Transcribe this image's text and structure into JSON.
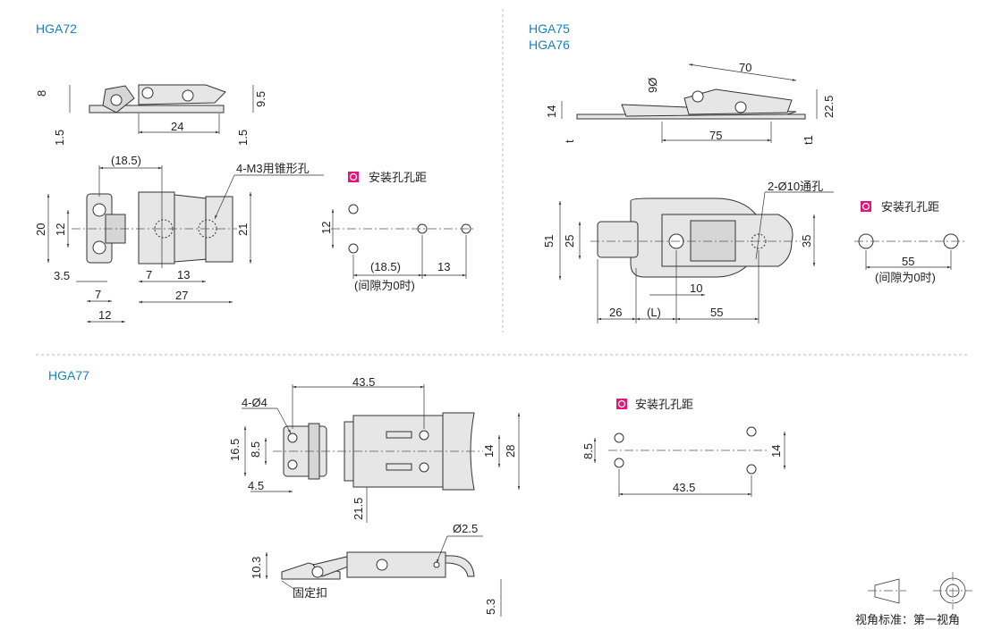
{
  "colors": {
    "title": "#1a7fc1",
    "legend": "#e0177a"
  },
  "hga72": {
    "title": "HGA72",
    "side": {
      "d8": "8",
      "d1_5a": "1.5",
      "d24": "24",
      "d9_5": "9.5",
      "d1_5b": "1.5"
    },
    "top": {
      "d18_5": "(18.5)",
      "note": "4-M3用锥形孔",
      "d20": "20",
      "d12": "12",
      "d21": "21",
      "d3_5": "3.5",
      "d7a": "7",
      "d7b": "7",
      "d13": "13",
      "d27": "27",
      "d12b": "12"
    },
    "mount": {
      "legend": "安装孔孔距",
      "d12": "12",
      "d18_5": "(18.5)",
      "d13": "13",
      "gap_note": "(间隙为0时)"
    }
  },
  "hga75": {
    "title1": "HGA75",
    "title2": "HGA76",
    "side": {
      "d9": "9Ø",
      "d70": "70",
      "d14": "14",
      "d22_5": "22.5",
      "d75": "75",
      "t": "t",
      "t1": "t1"
    },
    "top": {
      "note": "2-Ø10通孔",
      "d51": "51",
      "d25": "25",
      "d35": "35",
      "d10": "10",
      "d26": "26",
      "dL": "(L)",
      "d55": "55"
    },
    "mount": {
      "legend": "安装孔孔距",
      "d55": "55",
      "gap_note": "(间隙为0时)"
    }
  },
  "hga77": {
    "title": "HGA77",
    "top": {
      "d43_5": "43.5",
      "note": "4-Ø4",
      "d16_5": "16.5",
      "d8_5": "8.5",
      "d14": "14",
      "d28": "28",
      "d4_5": "4.5",
      "d21_5": "21.5"
    },
    "side": {
      "d2_5": "Ø2.5",
      "d10_3": "10.3",
      "fixed": "固定扣",
      "d5_3": "5.3"
    },
    "mount": {
      "legend": "安装孔孔距",
      "d8_5": "8.5",
      "d14": "14",
      "d43_5": "43.5"
    }
  },
  "projection": {
    "label": "视角标准：第一视角"
  }
}
